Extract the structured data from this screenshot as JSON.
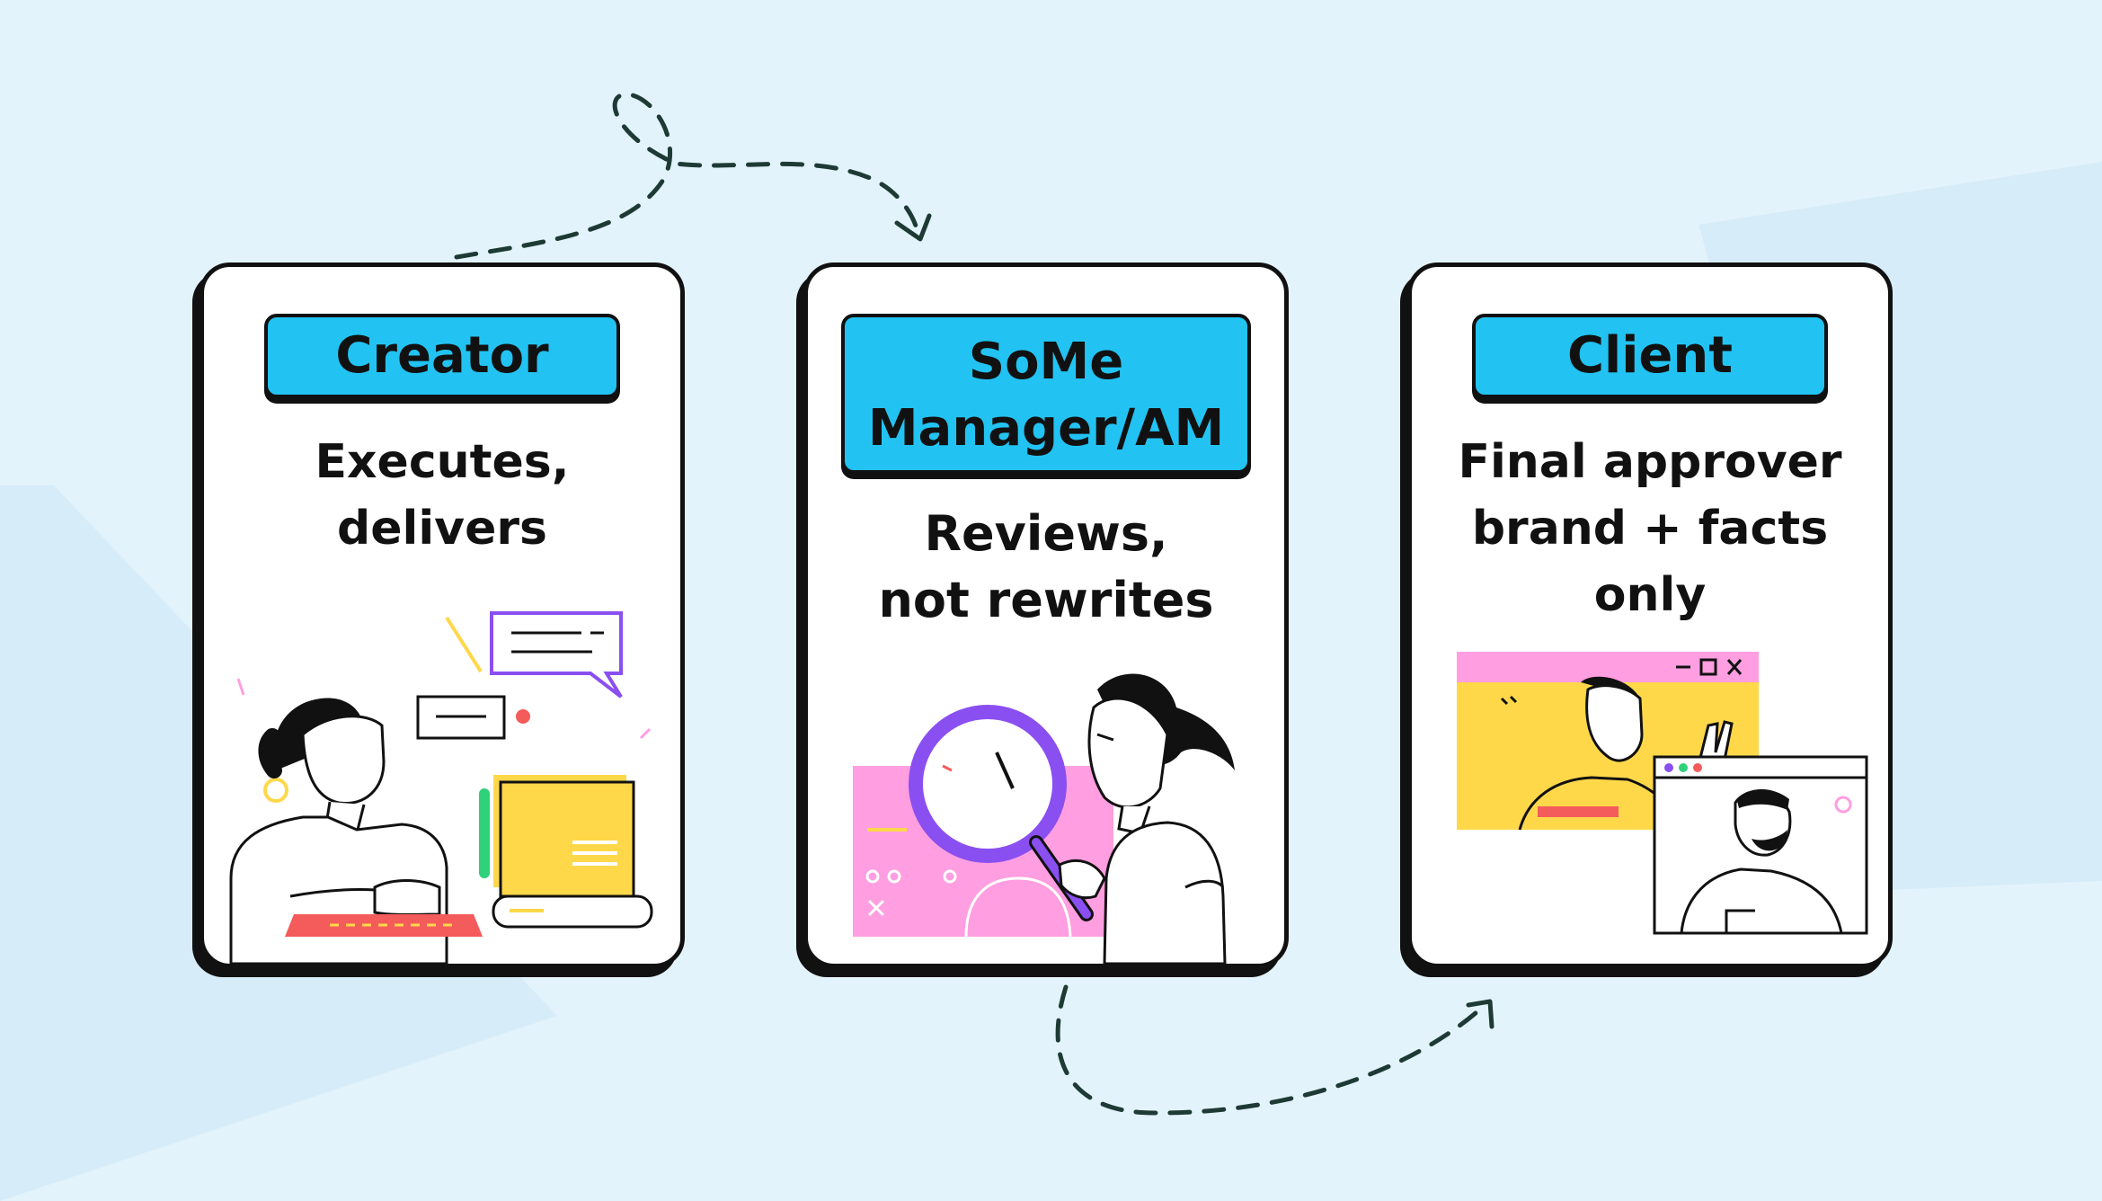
{
  "roles": [
    {
      "title": "Creator",
      "description": "Executes, delivers"
    },
    {
      "title": "SoMe\nManager/AM",
      "description": "Reviews,\nnot rewrites"
    },
    {
      "title": "Client",
      "description": "Final approver\nbrand + facts only"
    }
  ],
  "colors": {
    "background": "#e3f3fc",
    "tag": "#22c3f2",
    "ink": "#111111",
    "yellow": "#ffd84a",
    "pink": "#ff9ee0",
    "purple": "#8a4ff0",
    "red": "#f45b5b",
    "green": "#2fd27a",
    "arrow": "#1e3a34"
  },
  "icons": {
    "creator": "person-at-keyboard-illustration",
    "manager": "person-with-magnifier-illustration",
    "client": "video-call-illustration"
  }
}
